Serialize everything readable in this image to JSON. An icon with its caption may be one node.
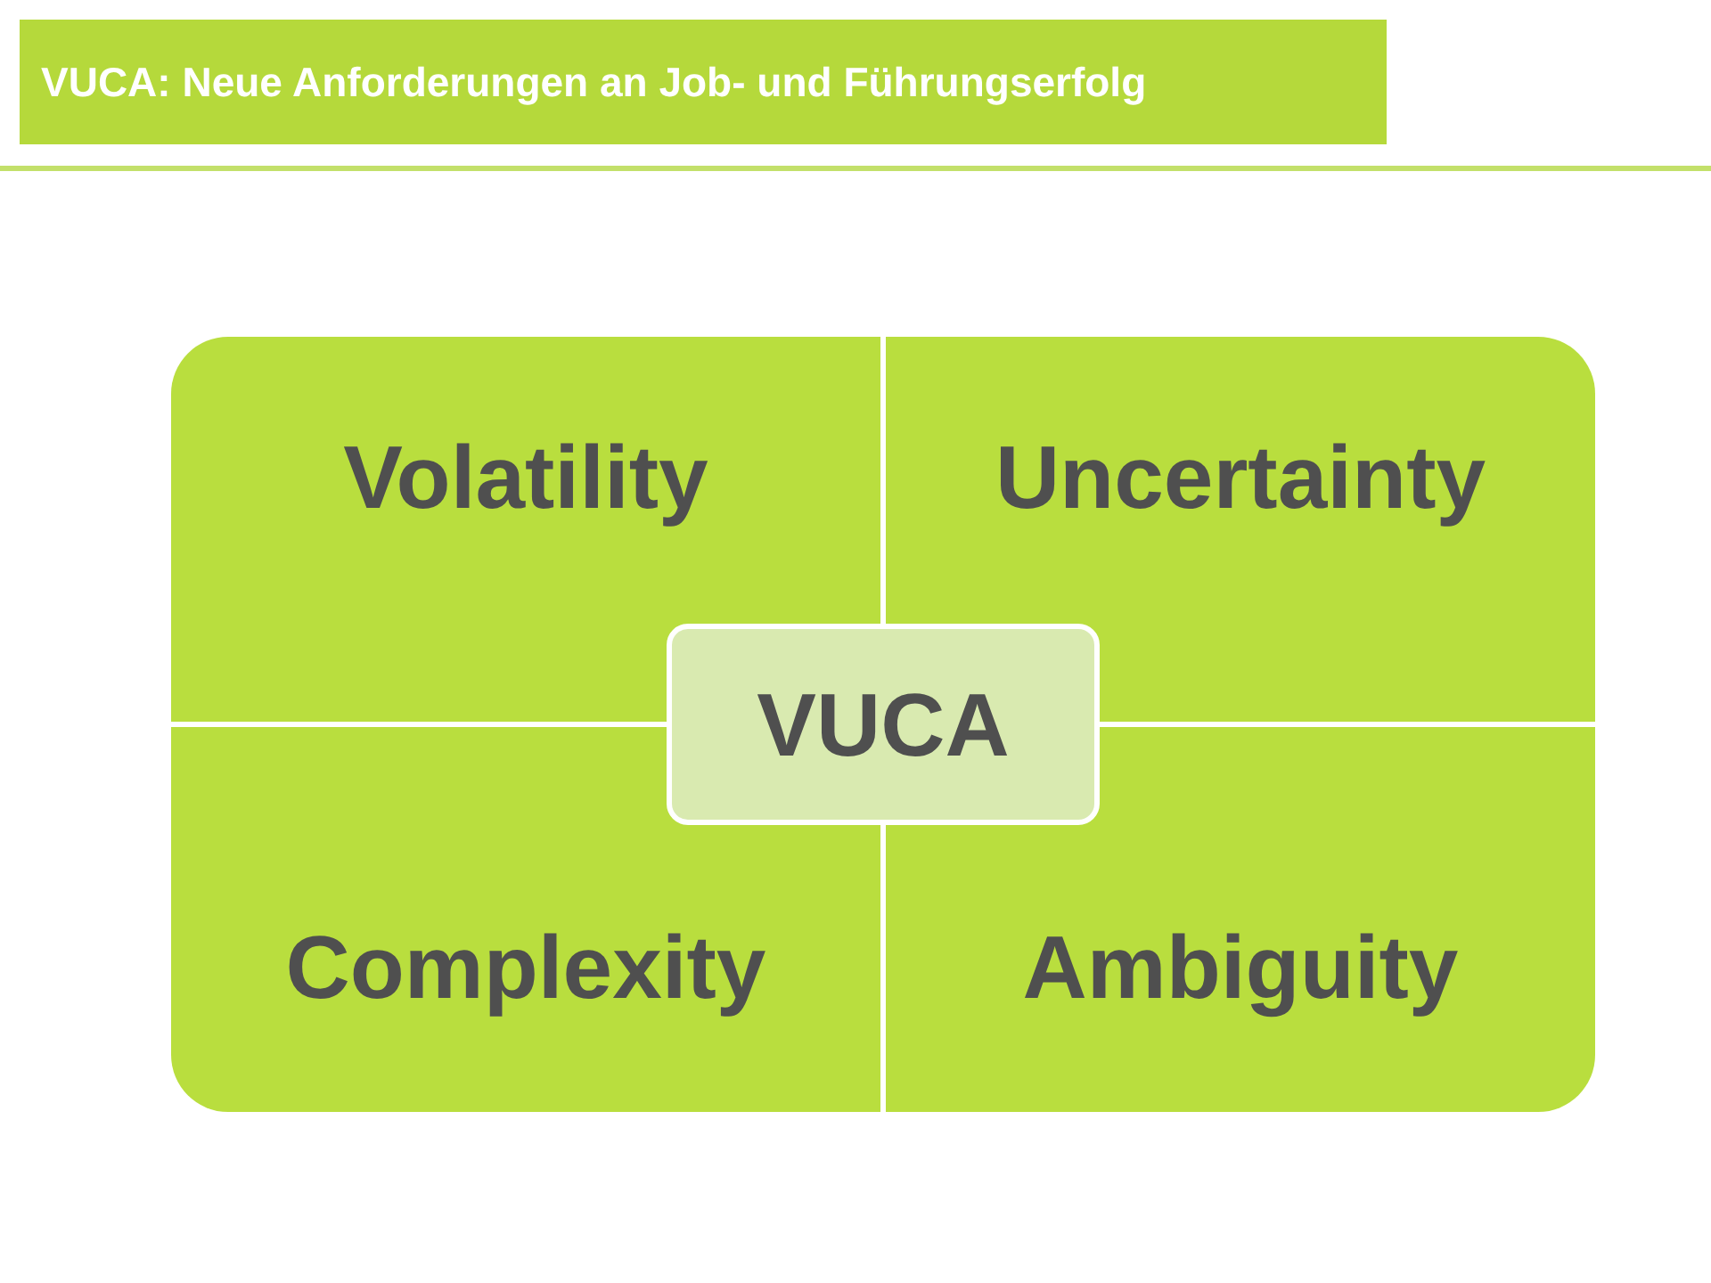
{
  "diagram": {
    "title": "VUCA: Neue Anforderungen an Job- und Führungserfolg",
    "nodes": [
      {
        "text": [
          "Volatility"
        ]
      },
      {
        "text": [
          "Uncertainty"
        ]
      },
      {
        "text": [
          "VUCA"
        ]
      },
      {
        "text": [
          "Complexity"
        ]
      },
      {
        "text": [
          "Ambiguity"
        ]
      }
    ]
  }
}
